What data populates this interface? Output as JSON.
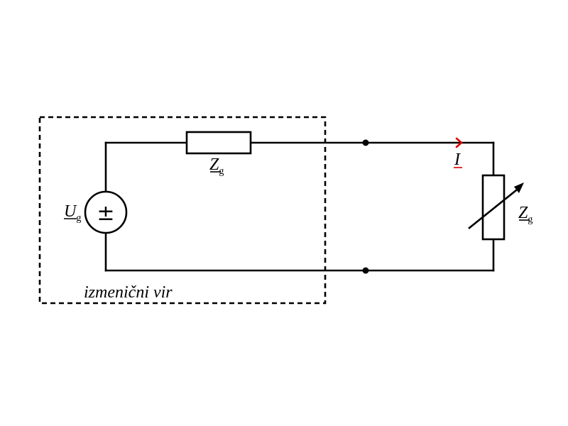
{
  "diagram": {
    "source_impedance": {
      "symbol": "Z",
      "subscript": "g"
    },
    "source_voltage": {
      "symbol": "U",
      "subscript": "g",
      "sign": "±"
    },
    "load_impedance": {
      "symbol": "Z",
      "subscript": "g"
    },
    "current": {
      "symbol": "I",
      "color": "#dd0000"
    },
    "source_group_label": "izmenični vir"
  },
  "colors": {
    "wire": "#000000",
    "current": "#dd0000"
  }
}
